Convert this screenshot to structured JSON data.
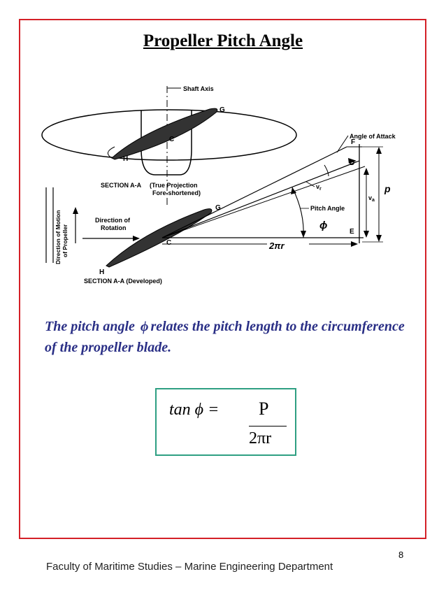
{
  "slide": {
    "title": "Propeller Pitch Angle",
    "page_number": "8",
    "footer": "Faculty of Maritime Studies – Marine Engineering Department"
  },
  "figure": {
    "labels": {
      "shaft_axis": "Shaft Axis",
      "section_aa_true_1": "SECTION A-A",
      "section_aa_true_2": "(True Projection",
      "section_aa_true_3": "Fore-shortened)",
      "section_aa_dev": "SECTION A-A (Developed)",
      "direction_rotation_1": "Direction of",
      "direction_rotation_2": "Rotation",
      "direction_motion_1": "Direction of Motion",
      "direction_motion_2": "of Propeller",
      "angle_of_attack": "Angle of Attack",
      "pitch_angle": "Pitch Angle",
      "vr": "v",
      "vr_sub": "r",
      "va": "v",
      "va_sub": "a",
      "pt_c_top": "C",
      "pt_g_top": "G",
      "pt_h_top": "H",
      "pt_c": "C",
      "pt_g": "G",
      "pt_h": "H",
      "pt_f": "F",
      "pt_d": "D",
      "pt_e": "E",
      "p_label": "p",
      "phi_label": "ϕ",
      "two_pi_r": "2πr"
    }
  },
  "caption": {
    "text_before": "The pitch angle ",
    "phi": "ϕ",
    "text_after": "relates the pitch length to the circumference of the propeller blade."
  },
  "formula": {
    "lhs": "tan ϕ =",
    "numerator": "P",
    "denominator": "2πr"
  }
}
